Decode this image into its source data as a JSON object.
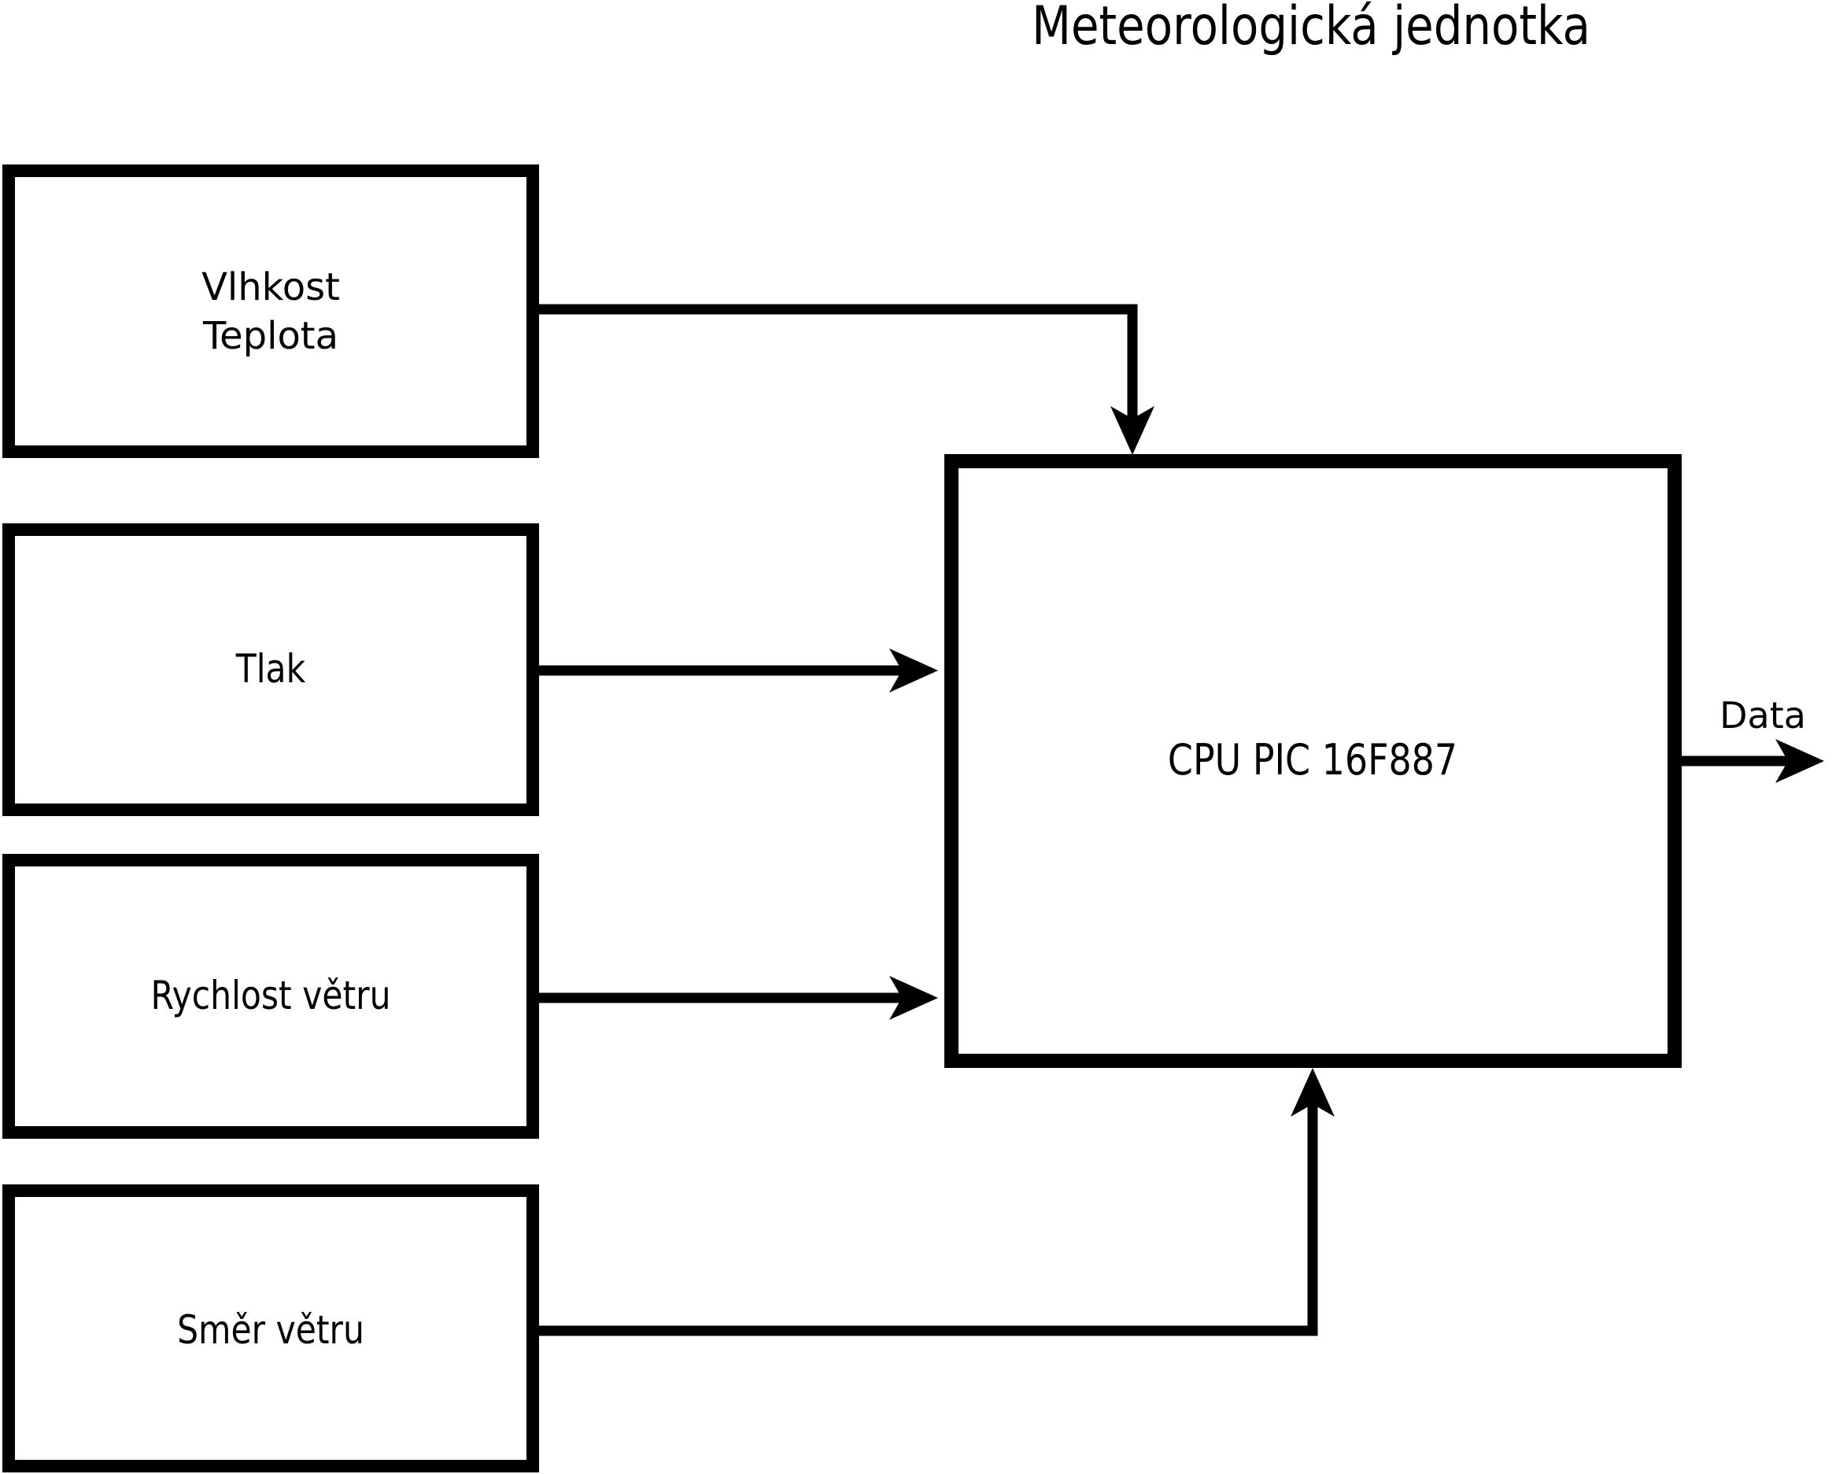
{
  "title": "Meteorologická jednotka",
  "cpu": {
    "label": "CPU PIC 16F887"
  },
  "output": {
    "label": "Data"
  },
  "sensors": [
    {
      "id": "vlhkost-teplota",
      "lines": [
        "Vlhkost",
        "Teplota"
      ]
    },
    {
      "id": "tlak",
      "label": "Tlak"
    },
    {
      "id": "rychlost-vetru",
      "label": "Rychlost větru"
    },
    {
      "id": "smer-vetru",
      "label": "Směr větru"
    }
  ],
  "colors": {
    "stroke": "#000000",
    "background": "#ffffff"
  }
}
